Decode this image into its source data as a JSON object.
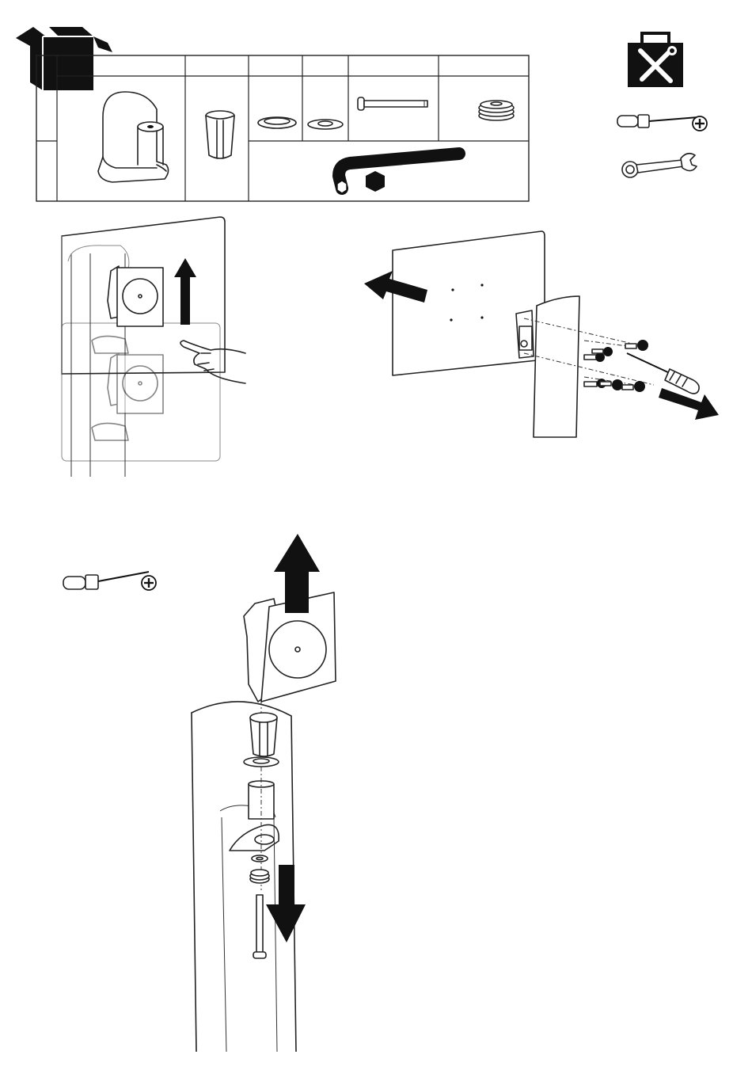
{
  "colors": {
    "ink": "#111111",
    "paper": "#ffffff",
    "ghost": "#9a9a9a"
  },
  "parts_box": {
    "icon": "package-box-icon",
    "columns": 6
  },
  "tools_box": {
    "icon": "toolbox-icon",
    "tools": [
      "phillips-screwdriver-icon",
      "combination-wrench-icon"
    ]
  },
  "steps": [
    {
      "name": "step-slide-up",
      "icon": "arrow-up-icon"
    },
    {
      "name": "step-remove-screws",
      "icon": "screwdriver-icon"
    },
    {
      "name": "step-exploded-column",
      "icon": "arrow-down-icon"
    }
  ]
}
